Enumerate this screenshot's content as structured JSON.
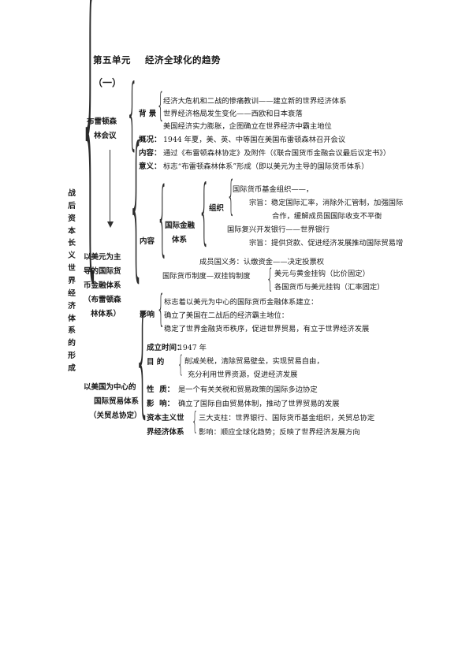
{
  "document": {
    "unit_title": "第五单元    经济全球化的趋势",
    "section_label": "（一）",
    "root_vertical_title": [
      "战",
      "后",
      "资",
      "本",
      "长",
      "义",
      "世",
      "界",
      "经",
      "济",
      "体",
      "系",
      "的",
      "形",
      "成"
    ],
    "root_vertical_title_text": "战后资本长义世界经济体系的形成"
  },
  "branch1": {
    "label_line1": "布雷顿森",
    "label_line2": "林会议",
    "items": [
      {
        "key": "背 景",
        "lines": [
          "经济大危机和二战的惨痛教训——建立新的世界经济体系",
          "世界经济格局发生变化——西欧和日本衰落",
          "美国经济实力膨胀，企图确立在世界经济中霸主地位"
        ]
      },
      {
        "key": "概况：",
        "lines": [
          "1944 年夏，美、英、中等国在美国布雷顿森林召开会议"
        ]
      },
      {
        "key": "内容：",
        "lines": [
          "通过《布雷顿森林协定》及附件（《联合国货币金融会议最后议定书》）"
        ]
      },
      {
        "key": "意义：",
        "lines": [
          "标志“布雷顿森林体系”形成（即以美元为主导的国际货币体系）"
        ]
      }
    ]
  },
  "branch2": {
    "label_lines": [
      "以美元为主",
      "导的国际货",
      "币金融体系",
      "（布雷顿森",
      "林体系）"
    ],
    "content_key": "内容",
    "finance_label_line1": "国际金融",
    "finance_label_line2": "体系",
    "org_key": "组织",
    "org_items": [
      "国际货币基金组织——，",
      "宗旨：稳定国际汇率，消除外汇管制，加强国际",
      "合作，缓解成员国国际收支不平衡",
      "国际复兴开发银行——世界银行",
      "宗旨：提供贷款、促进经济发展推动国际贸易增"
    ],
    "member_duty": "成员国义务：认缴资金——决定投票权",
    "monetary_system_key": "国际货币制度—双挂钩制度",
    "monetary_system_items": [
      "美元与黄金挂钩（比价固定）",
      "各国货币与美元挂钩（汇率固定）"
    ],
    "impact_key": "影响",
    "impact_items": [
      "标志着以美元为中心的国际货币金融体系建立：",
      "确立了美国在二战后的经济霸主地位：",
      "稳定了世界金融货币秩序，促进世界贸易，有立于世界经济发展"
    ]
  },
  "branch3": {
    "label_lines": [
      "以美国为中心的",
      "国际贸易体系",
      "（关贸总协定）"
    ],
    "rows": [
      {
        "key": "成立时间：",
        "value": "1947 年"
      },
      {
        "key": "目 的",
        "value": ""
      },
      {
        "key": "性  质：",
        "value": "是一个有关关税和贸易政策的国际多边协定"
      },
      {
        "key": "影  响：",
        "value": "确立了国际自由贸易体制，推动了世界贸易的发展"
      }
    ],
    "purpose_items": [
      "削减关税，清除贸易壁垒，实现贸易自由，",
      "充分利用世界资源，促进经济发展"
    ],
    "capitalist_label_line1": "资本主义世",
    "capitalist_label_line2": "界经济体系",
    "capitalist_items": [
      "三大支柱：世界银行、国际货币基金组织，关贸总协定",
      "影响：顺应全球化趋势；反映了世界经济发展方向"
    ]
  }
}
